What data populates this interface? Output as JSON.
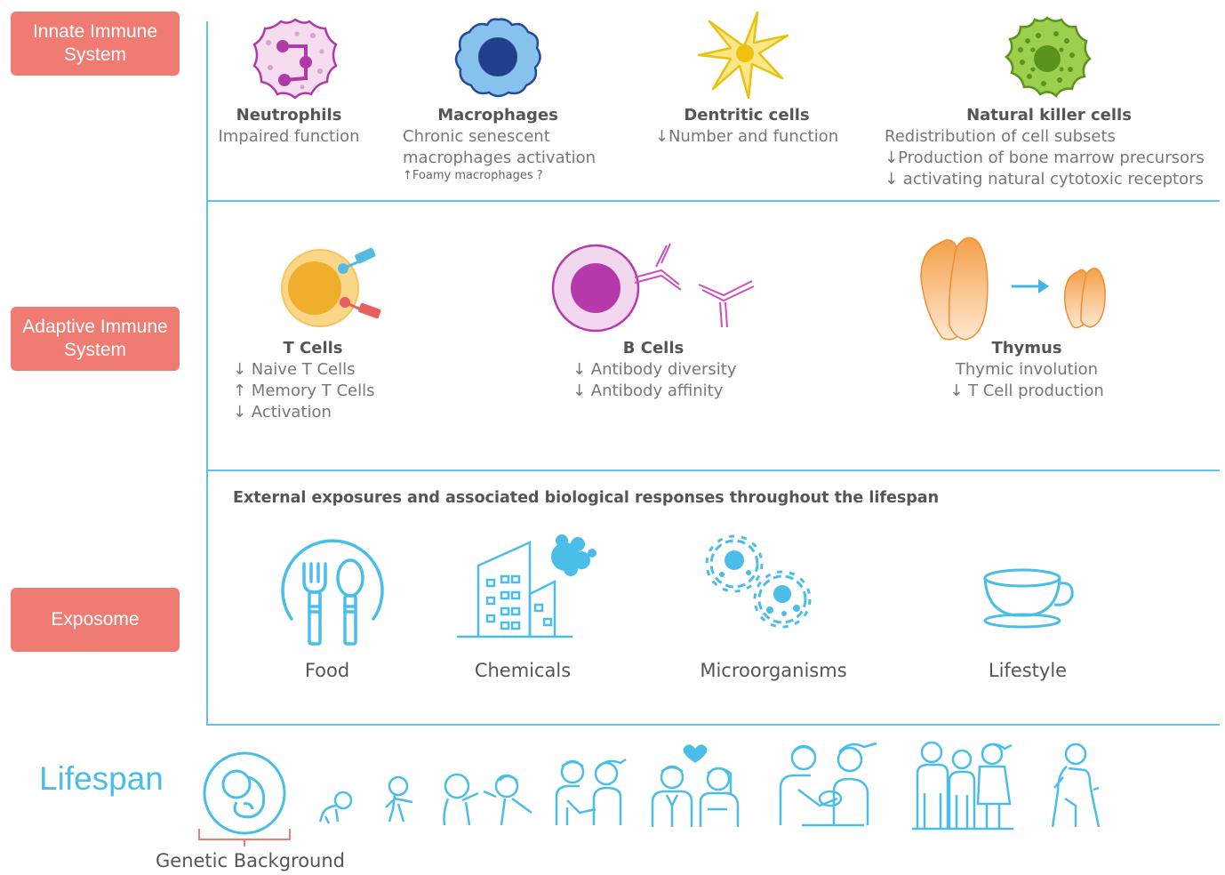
{
  "sections": {
    "innate": "Innate Immune\nSystem",
    "adaptive": "Adaptive Immune\nSystem",
    "exposome": "Exposome"
  },
  "innate": [
    {
      "title": "Neutrophils",
      "lines": [
        "Impaired function"
      ]
    },
    {
      "title": "Macrophages",
      "lines": [
        "Chronic senescent",
        "macrophages activation"
      ],
      "small": "↑Foamy macrophages ?"
    },
    {
      "title": "Dentritic cells",
      "lines": [
        "↓Number and function"
      ]
    },
    {
      "title": "Natural killer cells",
      "lines": [
        "Redistribution of cell subsets",
        "↓Production of bone marrow precursors",
        "↓ activating natural cytotoxic receptors"
      ]
    }
  ],
  "adaptive": [
    {
      "title": "T Cells",
      "lines": [
        "↓ Naive T Cells",
        "↑ Memory T Cells",
        "↓ Activation"
      ]
    },
    {
      "title": "B Cells",
      "lines": [
        "↓ Antibody diversity",
        "↓ Antibody affinity"
      ]
    },
    {
      "title": "Thymus",
      "lines": [
        "Thymic involution",
        "↓ T Cell production"
      ]
    }
  ],
  "exposome": {
    "title": "External exposures and associated biological responses throughout the lifespan",
    "items": [
      "Food",
      "Chemicals",
      "Microorganisms",
      "Lifestyle"
    ]
  },
  "lifespan": {
    "title": "Lifespan",
    "genetic": "Genetic Background"
  },
  "icons": [
    "neutrophil-icon",
    "macrophage-icon",
    "dendritic-cell-icon",
    "nk-cell-icon",
    "t-cell-icon",
    "b-cell-icon",
    "thymus-icon",
    "food-icon",
    "chemicals-icon",
    "microorganisms-icon",
    "lifestyle-icon",
    "embryo-icon",
    "baby-icon",
    "toddler-icon",
    "children-icon",
    "teen-couple-icon",
    "couple-icon",
    "parents-icon",
    "family-icon",
    "elderly-icon"
  ],
  "colors": {
    "label_bg": "#ef7b72",
    "line": "#63c2ea",
    "icon_blue": "#4bbde9"
  }
}
